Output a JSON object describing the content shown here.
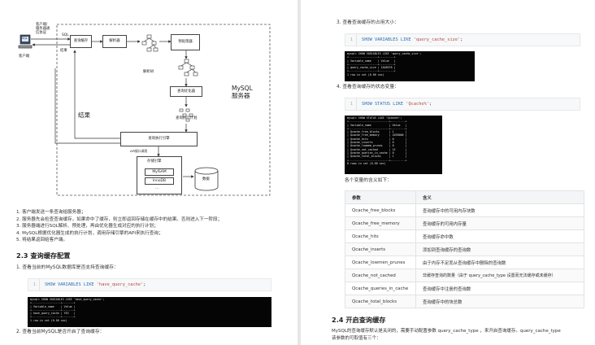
{
  "diagram": {
    "client_label": "客户端",
    "client_screen": "SQL",
    "proto_label": "客户端/\n服务器通\n信协议",
    "sql_label": "SQL",
    "result_top_label": "结果",
    "query_cache": "查询缓存",
    "parser": "解析器",
    "preprocessor": "预处理器",
    "parse_tree": "解析树",
    "optimizer": "查询优化器",
    "exec_plan": "查询执行计划",
    "result_mid_label": "结果",
    "engine": "查询执行引擎",
    "api_label": "API接口调用",
    "storage_title": "存储引擎",
    "myisam": "MyISAM",
    "innodb": "InnoDB",
    "ellipsis": "…",
    "data": "数据",
    "server_title": "MySQL\n服务器"
  },
  "left": {
    "steps": [
      "1. 客户端发送一条查询给服务器；",
      "2. 服务器先会检查查询缓存，如果命中了缓存，则立即返回存储在缓存中的结果。否则进入下一阶段；",
      "3. 服务器端进行SQL解析、预处理，再由优化器生成对应的执行计划；",
      "4. MySQL根据优化器生成的执行计划，调用存储引擎的API来执行查询；",
      "5. 将结果返回给客户端。"
    ],
    "heading_23": "2.3 查询缓存配置",
    "step1": "1. 查看当前的MySQL数据库是否支持查询缓存：",
    "code1": {
      "ln": "1",
      "kw1": "SHOW VARIABLES",
      "kw2": "LIKE",
      "str": "'have_query_cache'",
      "end": ";"
    },
    "term1": "mysql> SHOW VARIABLES LIKE 'have_query_cache';\n+------------------+-------+\n| Variable_name    | Value |\n+------------------+-------+\n| have_query_cache | YES   |\n+------------------+-------+\n1 row in set (0.00 sec)",
    "step2": "2. 查看当前MySQL是否开启了查询缓存："
  },
  "right": {
    "step3": "3. 查看查询缓存的占用大小：",
    "code3": {
      "ln": "1",
      "kw1": "SHOW VARIABLES",
      "kw2": "LIKE",
      "str": "'query_cache_size'",
      "end": ";"
    },
    "term3": "mysql> SHOW VARIABLES LIKE 'query_cache_size';\n+------------------+---------+\n| Variable_name    | Value   |\n+------------------+---------+\n| query_cache_size | 1048576 |\n+------------------+---------+\n1 row in set (0.00 sec)",
    "step4": "4. 查看查询缓存的状态变量：",
    "code4": {
      "ln": "1",
      "kw1": "SHOW STATUS",
      "kw2": "LIKE",
      "str": "'Qcache%'",
      "end": ";"
    },
    "term4": "mysql> SHOW STATUS LIKE 'Qcache%';\n+-------------------------+---------+\n| Variable_name           | Value   |\n+-------------------------+---------+\n| Qcache_free_blocks      | 1       |\n| Qcache_free_memory      | 1039000 |\n| Qcache_hits             | 0       |\n| Qcache_inserts          | 0       |\n| Qcache_lowmem_prunes    | 0       |\n| Qcache_not_cached       | 12      |\n| Qcache_queries_in_cache | 0       |\n| Qcache_total_blocks     | 1       |\n+-------------------------+---------+\n8 rows in set (0.00 sec)",
    "meaning_intro": "各个变量的含义如下：",
    "table_headers": [
      "参数",
      "含义"
    ],
    "table_rows": [
      [
        "Qcache_free_blocks",
        "查询缓存中的可用内存块数"
      ],
      [
        "Qcache_free_memory",
        "查询缓存的可用内存量"
      ],
      [
        "Qcache_hits",
        "查询缓存命中数"
      ],
      [
        "Qcache_inserts",
        "添加到查询缓存的查询数"
      ],
      [
        "Qcache_lowmen_prunes",
        "由于内存不足而从查询缓存中删除的查询数"
      ],
      [
        "Qcache_not_cached",
        "非缓存查询的数量（由于 query_cache_type 设置而无法缓存或未缓存）"
      ],
      [
        "Qcache_queries_in_cache",
        "查询缓存中注册的查询数"
      ],
      [
        "Qcache_total_blocks",
        "查询缓存中的块总数"
      ]
    ],
    "heading_24": "2.4 开启查询缓存",
    "para1": "MySQL的查询缓存默认是关闭的，需要手动配置参数 query_cache_type ，来开启查询缓存。query_cache_type",
    "para2": "该参数的可取值有三个："
  }
}
